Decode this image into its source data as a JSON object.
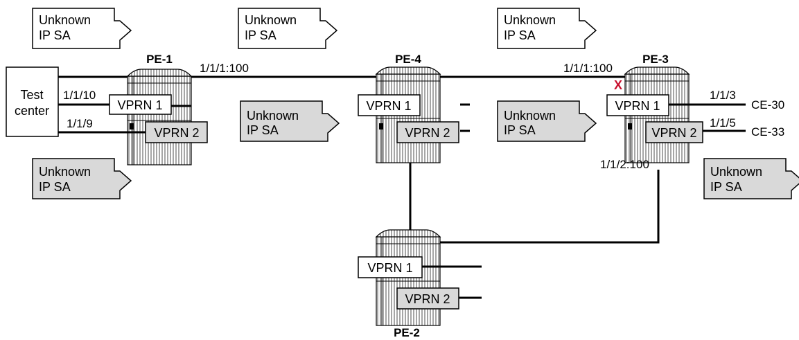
{
  "routers": {
    "pe1": {
      "name": "PE-1"
    },
    "pe4": {
      "name": "PE-4"
    },
    "pe3": {
      "name": "PE-3"
    },
    "pe2": {
      "name": "PE-2"
    }
  },
  "vprn1_label": "VPRN 1",
  "vprn2_label": "VPRN 2",
  "test_center": {
    "line1": "Test",
    "line2": "center"
  },
  "flows": {
    "line1": "Unknown",
    "line2": "IP SA"
  },
  "ports": {
    "pe1_uplink": "1/1/1:100",
    "pe3_uplink": "1/1/1:100",
    "pe1_vprn1_port": "1/1/10",
    "pe1_vprn2_port": "1/1/9",
    "pe3_vprn1_port": "1/1/3",
    "pe3_vprn2_port": "1/1/5",
    "pe3_to_pe2": "1/1/2:100"
  },
  "ce": {
    "ce30": "CE-30",
    "ce33": "CE-33"
  },
  "failure_mark": "X",
  "colors": {
    "line": "#000000",
    "shaded_box": "#d9d9d9",
    "router_body": "#ffffff",
    "failure": "#c8102e"
  }
}
